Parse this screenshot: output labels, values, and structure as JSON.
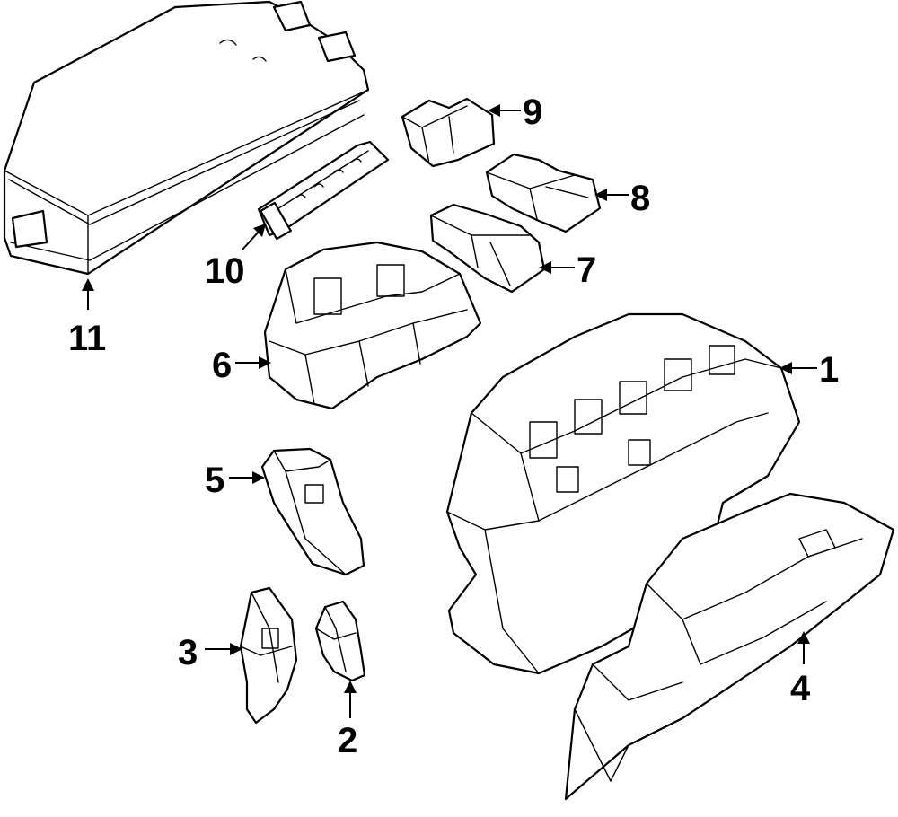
{
  "diagram": {
    "callouts": [
      {
        "id": 1,
        "text": "1"
      },
      {
        "id": 2,
        "text": "2"
      },
      {
        "id": 3,
        "text": "3"
      },
      {
        "id": 4,
        "text": "4"
      },
      {
        "id": 5,
        "text": "5"
      },
      {
        "id": 6,
        "text": "6"
      },
      {
        "id": 7,
        "text": "7"
      },
      {
        "id": 8,
        "text": "8"
      },
      {
        "id": 9,
        "text": "9"
      },
      {
        "id": 10,
        "text": "10"
      },
      {
        "id": 11,
        "text": "11"
      }
    ]
  }
}
